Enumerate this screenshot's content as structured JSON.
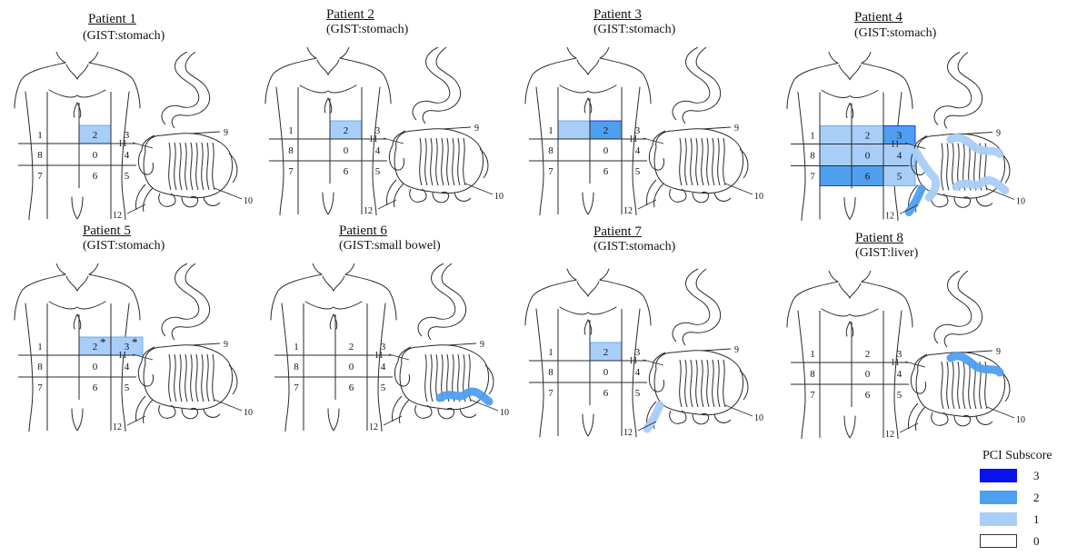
{
  "colors": {
    "score_3": "#0b12f2",
    "score_2": "#4f9ff0",
    "score_1": "#a8cef8",
    "score_0": "#ffffff",
    "stroke": "#2a2a2a"
  },
  "patients": [
    {
      "title": "Patient 1",
      "subtitle": "(GIST:stomach)",
      "regions": [
        {
          "id": 2,
          "score": 1
        }
      ],
      "bowel": []
    },
    {
      "title": "Patient 2",
      "subtitle": "(GIST:stomach)",
      "regions": [
        {
          "id": 2,
          "score": 1
        }
      ],
      "bowel": []
    },
    {
      "title": "Patient 3",
      "subtitle": "(GIST:stomach)",
      "regions": [
        {
          "id": 1,
          "score": 1
        },
        {
          "id": 2,
          "score": 2
        }
      ],
      "bowel": []
    },
    {
      "title": "Patient 4",
      "subtitle": "(GIST:stomach)",
      "regions": [
        {
          "id": 1,
          "score": 1
        },
        {
          "id": 2,
          "score": 1
        },
        {
          "id": 3,
          "score": 2
        },
        {
          "id": 8,
          "score": 1
        },
        {
          "id": 0,
          "score": 1
        },
        {
          "id": 4,
          "score": 1
        },
        {
          "id": 7,
          "score": 2
        },
        {
          "id": 6,
          "score": 2
        },
        {
          "id": 5,
          "score": 1
        }
      ],
      "bowel": [
        {
          "id": 11,
          "score": 1
        },
        {
          "id": 9,
          "score": 1
        },
        {
          "id": 10,
          "score": 1
        },
        {
          "id": 12,
          "score": 2
        }
      ]
    },
    {
      "title": "Patient 5",
      "subtitle": "(GIST:stomach)",
      "regions": [
        {
          "id": 2,
          "score": 1,
          "mark": "*"
        },
        {
          "id": 3,
          "score": 1,
          "mark": "*"
        }
      ],
      "bowel": []
    },
    {
      "title": "Patient 6",
      "subtitle": "(GIST:small bowel)",
      "regions": [],
      "bowel": [
        {
          "id": 10,
          "score": 2
        }
      ]
    },
    {
      "title": "Patient 7",
      "subtitle": "(GIST:stomach)",
      "regions": [
        {
          "id": 2,
          "score": 1
        }
      ],
      "bowel": [
        {
          "id": 12,
          "score": 1
        }
      ]
    },
    {
      "title": "Patient 8",
      "subtitle": "(GIST:liver)",
      "regions": [],
      "bowel": [
        {
          "id": 9,
          "score": 2
        }
      ]
    }
  ],
  "region_labels": [
    "1",
    "2",
    "3",
    "8",
    "0",
    "4",
    "7",
    "6",
    "5"
  ],
  "bowel_labels": {
    "r9": "9",
    "r10": "10",
    "r11": "11",
    "r12": "12"
  },
  "legend": {
    "title": "PCI Subscore",
    "items": [
      {
        "label": "3",
        "score": 3
      },
      {
        "label": "2",
        "score": 2
      },
      {
        "label": "1",
        "score": 1
      },
      {
        "label": "0",
        "score": 0
      }
    ]
  }
}
